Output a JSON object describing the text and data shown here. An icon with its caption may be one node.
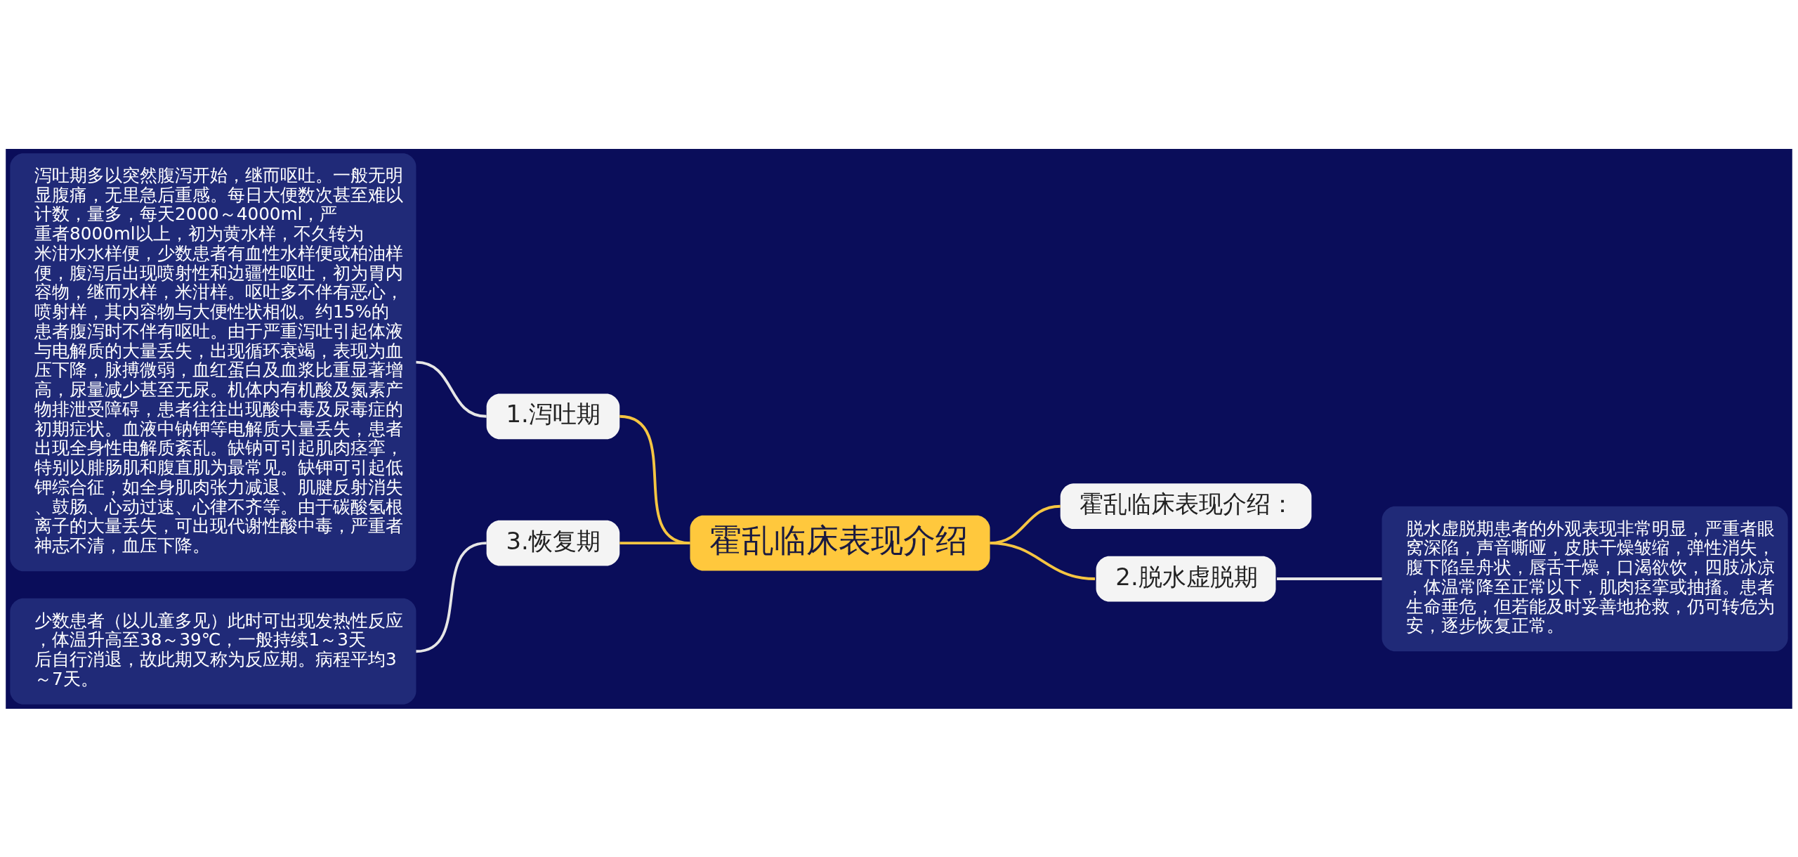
{
  "diagram": {
    "nodes": [
      {
        "text": [
          "霍乱临床表现介绍"
        ]
      },
      {
        "text": [
          "1.泻吐期"
        ]
      },
      {
        "text": [
          "泻吐期多以突然腹泻开始，继而呕吐。一般无明显腹痛，无里急后重感。每日大便数次甚至难以计数，量多，每天2000～4000ml，严重者8000ml以上，初为黄水样，不久转为米泔水水样便，少数患者有血性水样便或柏油样便，腹泻后出现喷射性和边疆性呕吐，初为胃内容物，继而水样，米泔样。呕吐多不伴有恶心，喷射样，其内容物与大便性状相似。约15%的患者腹泻时不伴有呕吐。由于严重泻吐引起体液与电解质的大量丢失，出现循环衰竭，表现为血压下降，脉搏微弱，血红蛋白及血浆比重显著增高，尿量减少甚至无尿。机体内有机酸及氮素产物排泄受障碍，患者往往出现酸中毒及尿毒症的初期症状。血液中钠钾等电解质大量丢失，患者出现全身性电解质紊乱。缺钠可引起肌肉痉挛，特别以腓肠肌和腹直肌为最常见。缺钾可引起低钾综合征，如全身肌肉张力减退、肌腱反射消失、鼓肠、心动过速、心律不齐等。由于碳酸氢根离子的大量丢失，可出现代谢性酸中毒，严重者神志不清，血压下降。"
        ]
      },
      {
        "text": [
          "霍乱临床表现介绍："
        ]
      },
      {
        "text": [
          "2.脱水虚脱期"
        ]
      },
      {
        "text": [
          "脱水虚脱期患者的外观表现非常明显，严重者眼窝深陷，声音嘶哑，皮肤干燥皱缩，弹性消失，腹下陷呈舟状，唇舌干燥，口渴欲饮，四肢冰凉，体温常降至正常以下，肌肉痉挛或抽搐。患者生命垂危，但若能及时妥善地抢救，仍可转危为安，逐步恢复正常。"
        ]
      },
      {
        "text": [
          "3.恢复期"
        ]
      },
      {
        "text": [
          "少数患者（以儿童多见）此时可出现发热性反应，体温升高至38～39℃，一般持续1～3天后自行消退，故此期又称为反应期。病程平均3～7天。"
        ]
      }
    ],
    "edges": [
      {
        "from": 0,
        "to": 1,
        "arrow": "none"
      },
      {
        "from": 1,
        "to": 2,
        "arrow": "none",
        "color": "#e6e6e6"
      },
      {
        "from": 0,
        "to": 3,
        "arrow": "none"
      },
      {
        "from": 0,
        "to": 4,
        "arrow": "none"
      },
      {
        "from": 4,
        "to": 5,
        "arrow": "none",
        "color": "#e6e6e6"
      },
      {
        "from": 0,
        "to": 6,
        "arrow": "none"
      },
      {
        "from": 6,
        "to": 7,
        "arrow": "none",
        "color": "#e6e6e6"
      }
    ]
  }
}
